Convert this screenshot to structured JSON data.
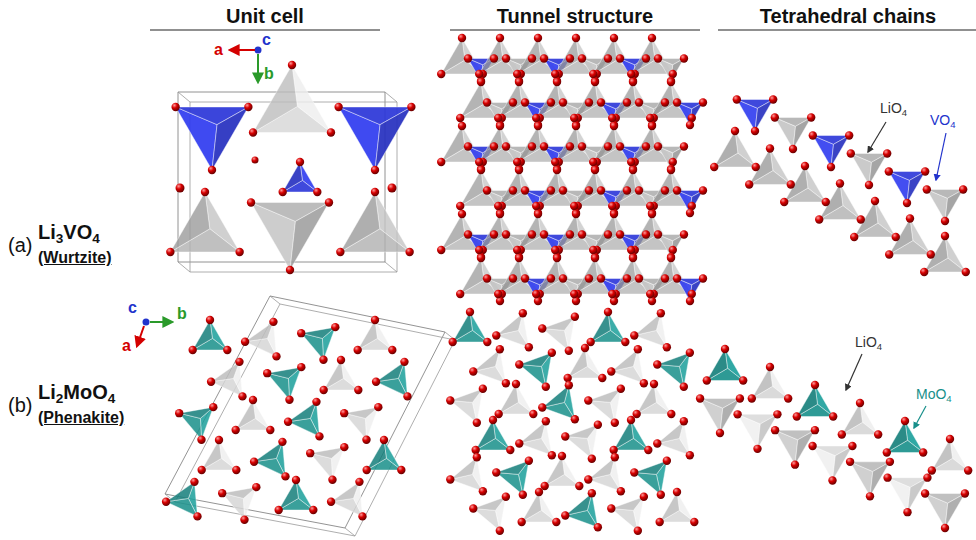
{
  "diagram": {
    "labels": [
      "Unit cell",
      "Tunnel structure",
      "Tetrahedral chains",
      "(a)",
      "Li3VO4",
      "(Wurtzite)",
      "a",
      "c",
      "b",
      "LiO4",
      "VO4",
      "(b)",
      "Li2MoO4",
      "(Phenakite)",
      "c",
      "b",
      "a",
      "LiO4",
      "MoO4"
    ]
  }
}
